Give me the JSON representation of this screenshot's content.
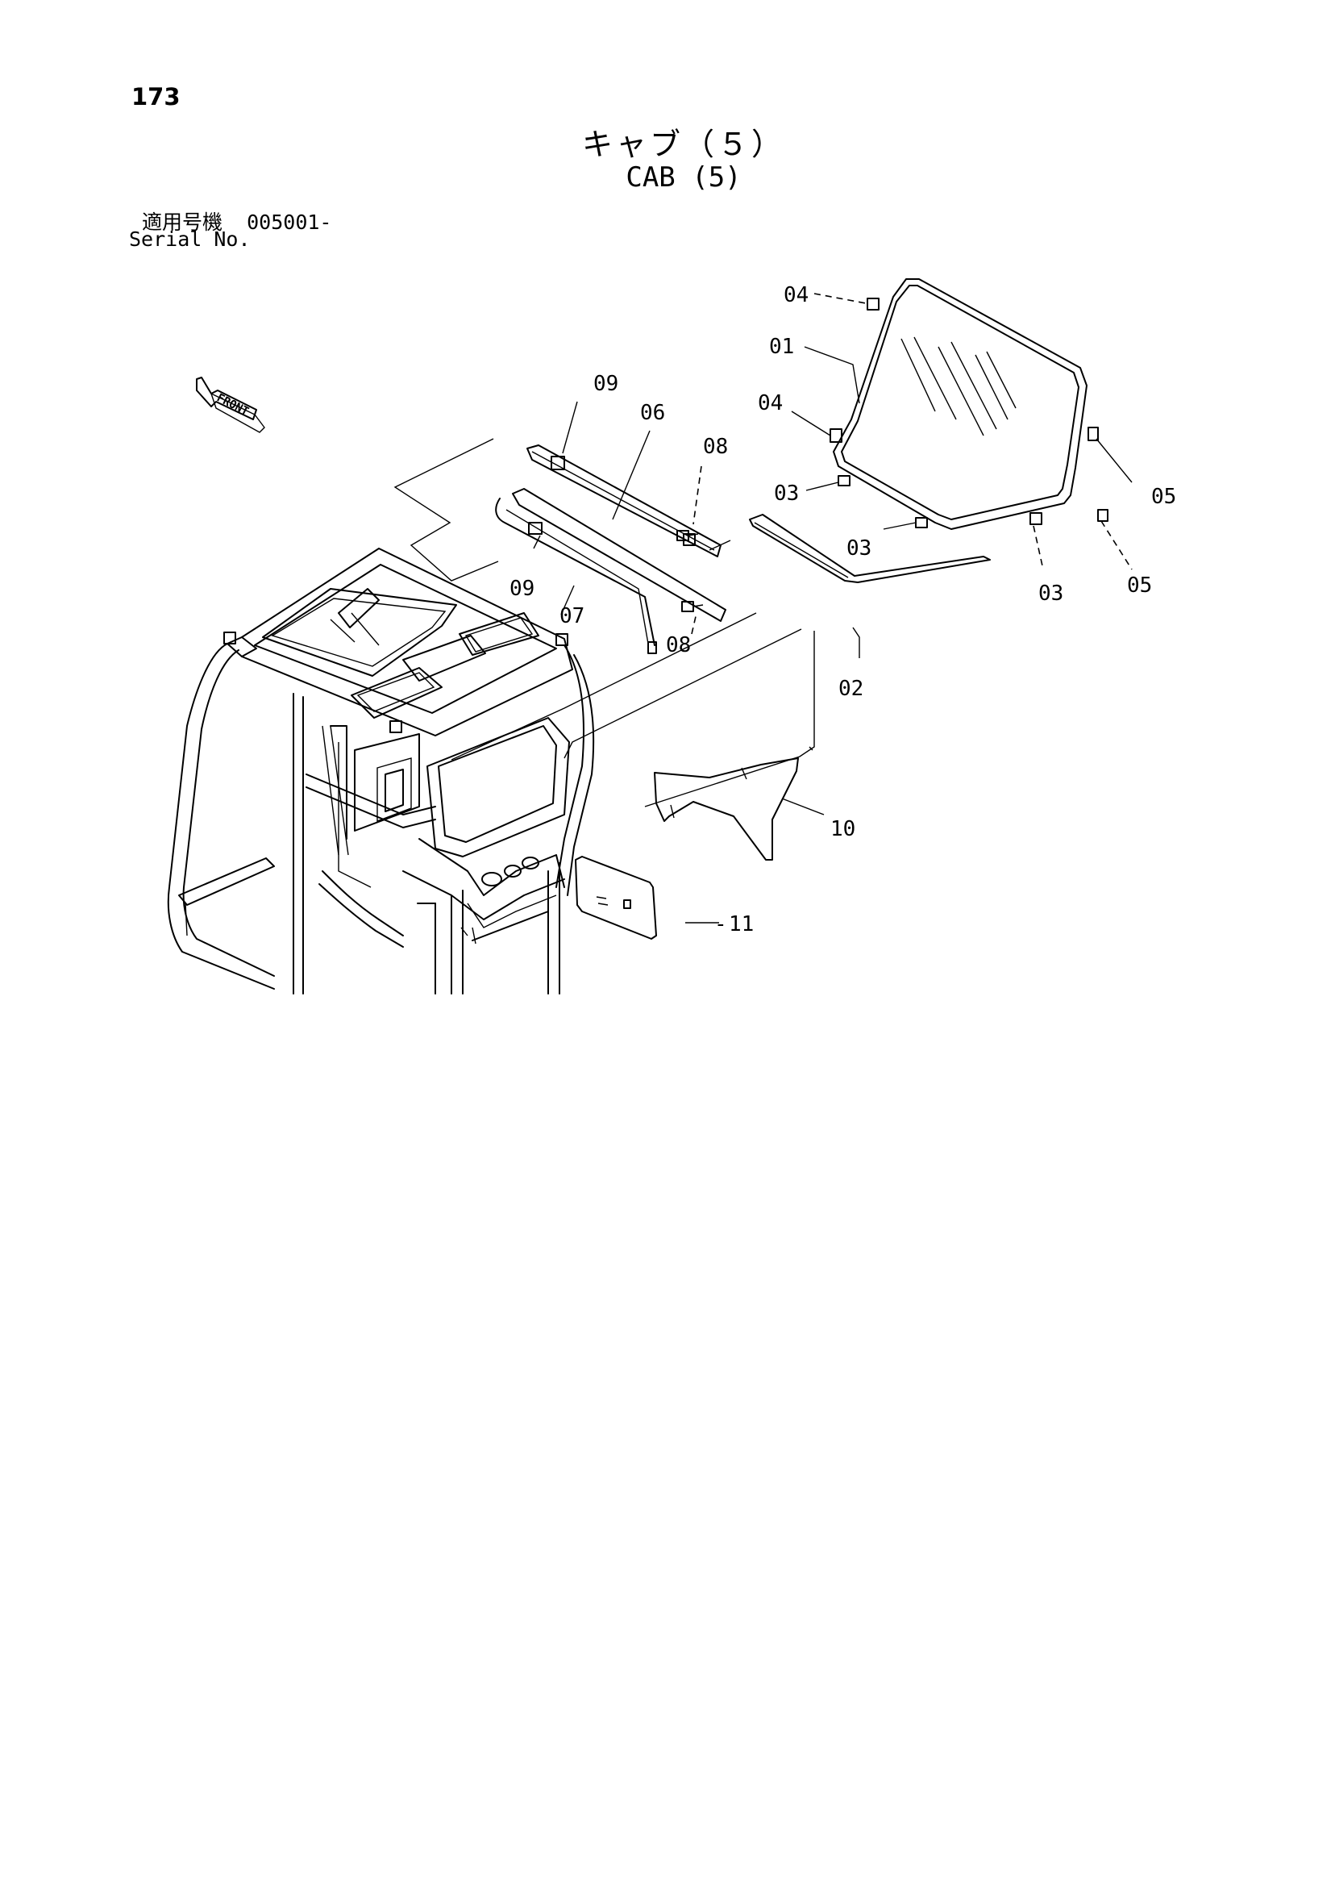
{
  "page_number": "173",
  "title_jp": "キャブ（５）",
  "title_en": "CAB (5)",
  "serial_label_jp": "適用号機",
  "serial_value": "005001-",
  "serial_label_en": "Serial No.",
  "front_label": "FRONT",
  "callouts": {
    "p01": "01",
    "p02": "02",
    "p03a": "03",
    "p03b": "03",
    "p03c": "03",
    "p04a": "04",
    "p04b": "04",
    "p05a": "05",
    "p05b": "05",
    "p06": "06",
    "p07": "07",
    "p08a": "08",
    "p08b": "08",
    "p09a": "09",
    "p09b": "09",
    "p10": "10",
    "p11": "11"
  }
}
